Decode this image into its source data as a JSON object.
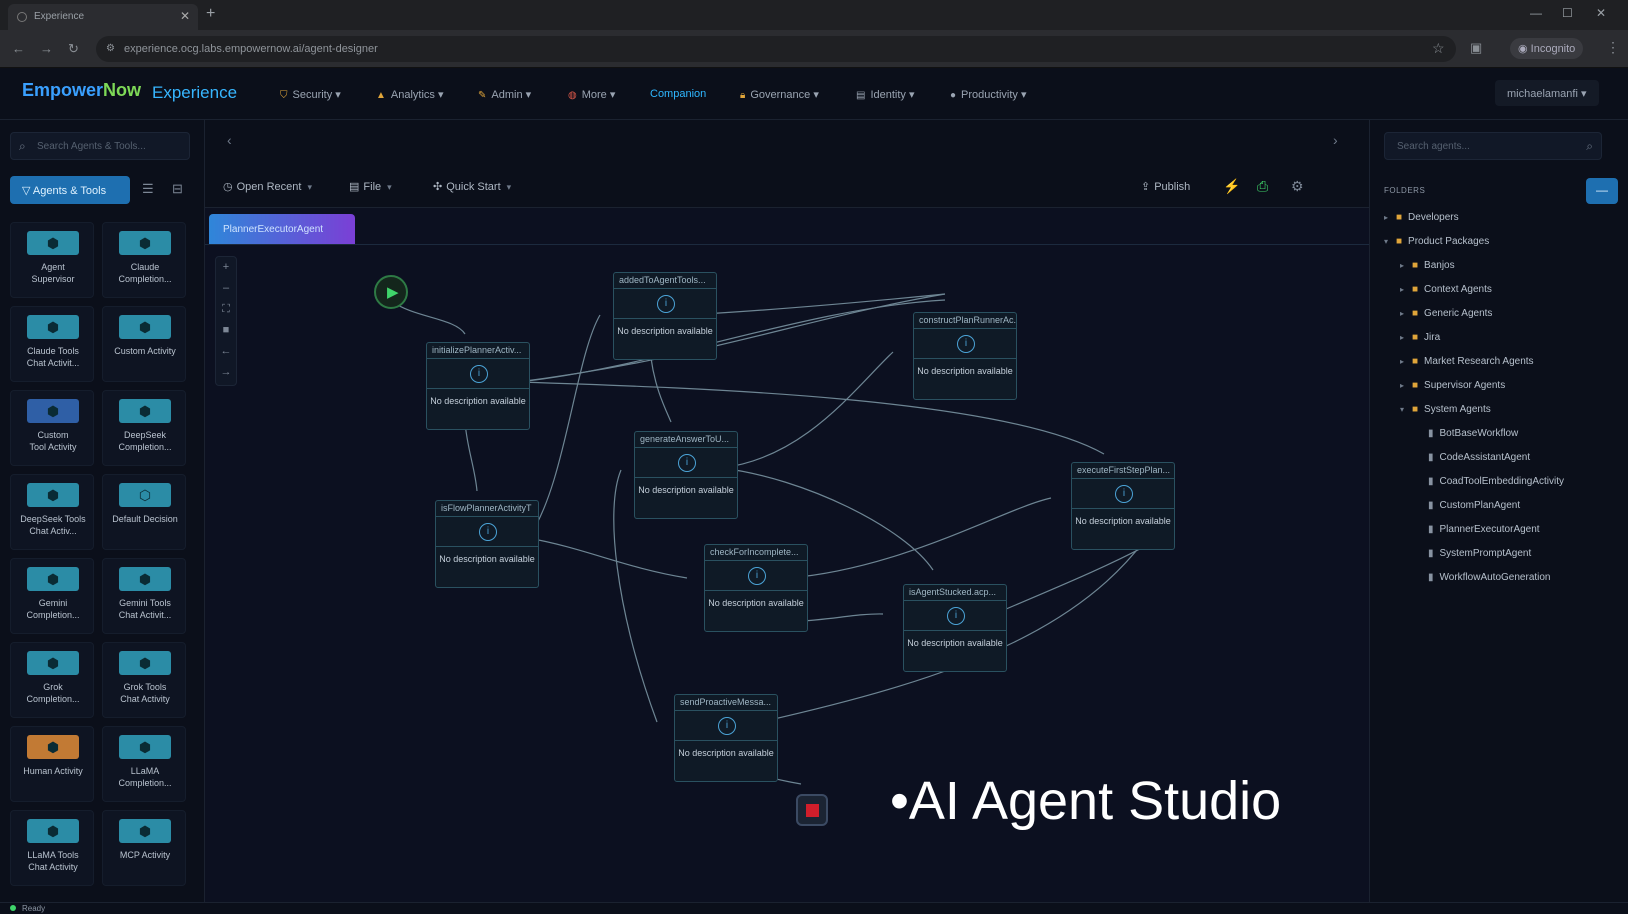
{
  "browser": {
    "tab_title": "Experience",
    "url": "experience.ocg.labs.empowernow.ai/agent-designer",
    "incognito_label": "Incognito"
  },
  "header": {
    "logo_part1": "Empower",
    "logo_part2": "Now",
    "product": "Experience",
    "nav": [
      {
        "label": "Security",
        "icon": "shield-icon",
        "dropdown": true
      },
      {
        "label": "Analytics",
        "icon": "chart-icon",
        "dropdown": true
      },
      {
        "label": "Admin",
        "icon": "wrench-icon",
        "dropdown": true
      },
      {
        "label": "More",
        "icon": "grid-icon",
        "dropdown": true
      },
      {
        "label": "Companion",
        "icon": "",
        "dropdown": false
      },
      {
        "label": "Governance",
        "icon": "lock-icon",
        "dropdown": true
      },
      {
        "label": "Identity",
        "icon": "id-card-icon",
        "dropdown": true
      },
      {
        "label": "Productivity",
        "icon": "chat-icon",
        "dropdown": true
      }
    ],
    "user": "michaelamanfi"
  },
  "left_sidebar": {
    "search_placeholder": "Search Agents & Tools...",
    "agents_button": "Agents & Tools",
    "tiles": [
      {
        "label": "Agent\nSupervisor",
        "color": "#2b8ca6"
      },
      {
        "label": "Claude\nCompletion...",
        "color": "#2b8ca6"
      },
      {
        "label": "Claude Tools\nChat Activit...",
        "color": "#2b8ca6"
      },
      {
        "label": "Custom Activity",
        "color": "#2b8ca6"
      },
      {
        "label": "Custom\nTool Activity",
        "color": "#2f5fa6"
      },
      {
        "label": "DeepSeek\nCompletion...",
        "color": "#2b8ca6"
      },
      {
        "label": "DeepSeek Tools\nChat Activ...",
        "color": "#2b8ca6"
      },
      {
        "label": "Default Decision",
        "color": "#2b8ca6"
      },
      {
        "label": "Gemini\nCompletion...",
        "color": "#2b8ca6"
      },
      {
        "label": "Gemini Tools\nChat Activit...",
        "color": "#2b8ca6"
      },
      {
        "label": "Grok\nCompletion...",
        "color": "#2b8ca6"
      },
      {
        "label": "Grok Tools\nChat Activity",
        "color": "#2b8ca6"
      },
      {
        "label": "Human Activity",
        "color": "#c27a34"
      },
      {
        "label": "LLaMA\nCompletion...",
        "color": "#2b8ca6"
      },
      {
        "label": "LLaMA Tools\nChat Activity",
        "color": "#2b8ca6"
      },
      {
        "label": "MCP Activity",
        "color": "#2b8ca6"
      }
    ]
  },
  "toolbar": {
    "open_recent": "Open Recent",
    "file": "File",
    "quick_start": "Quick Start",
    "publish": "Publish"
  },
  "canvas": {
    "tab_label": "PlannerExecutorAgent",
    "nodes": [
      {
        "id": "n1",
        "title": "initializePlannerActiv...",
        "desc": "No description available"
      },
      {
        "id": "n2",
        "title": "isFlowPlannerActivityT",
        "desc": "No description available"
      },
      {
        "id": "n3",
        "title": "addedToAgentTools...",
        "desc": "No description available"
      },
      {
        "id": "n4",
        "title": "generateAnswerToU...",
        "desc": "No description available"
      },
      {
        "id": "n5",
        "title": "checkForIncomplete...",
        "desc": "No description available"
      },
      {
        "id": "n6",
        "title": "sendProactiveMessa...",
        "desc": "No description available"
      },
      {
        "id": "n7",
        "title": "constructPlanRunnerAc...",
        "desc": "No description available"
      },
      {
        "id": "n8",
        "title": "isAgentStucked.acp...",
        "desc": "No description available"
      },
      {
        "id": "n9",
        "title": "executeFirstStepPlan...",
        "desc": "No description available"
      }
    ]
  },
  "right_sidebar": {
    "search_placeholder": "Search agents...",
    "folders_label": "FOLDERS",
    "tree": [
      {
        "label": "Developers",
        "type": "folder",
        "level": 0,
        "expanded": false
      },
      {
        "label": "Product Packages",
        "type": "folder",
        "level": 0,
        "expanded": true
      },
      {
        "label": "Banjos",
        "type": "folder",
        "level": 1,
        "expanded": false
      },
      {
        "label": "Context Agents",
        "type": "folder",
        "level": 1,
        "expanded": false
      },
      {
        "label": "Generic Agents",
        "type": "folder",
        "level": 1,
        "expanded": false
      },
      {
        "label": "Jira",
        "type": "folder",
        "level": 1,
        "expanded": false
      },
      {
        "label": "Market Research Agents",
        "type": "folder",
        "level": 1,
        "expanded": false
      },
      {
        "label": "Supervisor Agents",
        "type": "folder",
        "level": 1,
        "expanded": false
      },
      {
        "label": "System Agents",
        "type": "folder",
        "level": 1,
        "expanded": true
      },
      {
        "label": "BotBaseWorkflow",
        "type": "file",
        "level": 2
      },
      {
        "label": "CodeAssistantAgent",
        "type": "file",
        "level": 2
      },
      {
        "label": "CoadToolEmbeddingActivity",
        "type": "file",
        "level": 2
      },
      {
        "label": "CustomPlanAgent",
        "type": "file",
        "level": 2
      },
      {
        "label": "PlannerExecutorAgent",
        "type": "file",
        "level": 2
      },
      {
        "label": "SystemPromptAgent",
        "type": "file",
        "level": 2
      },
      {
        "label": "WorkflowAutoGeneration",
        "type": "file",
        "level": 2
      }
    ]
  },
  "status": "Ready",
  "caption": "AI Agent Studio"
}
